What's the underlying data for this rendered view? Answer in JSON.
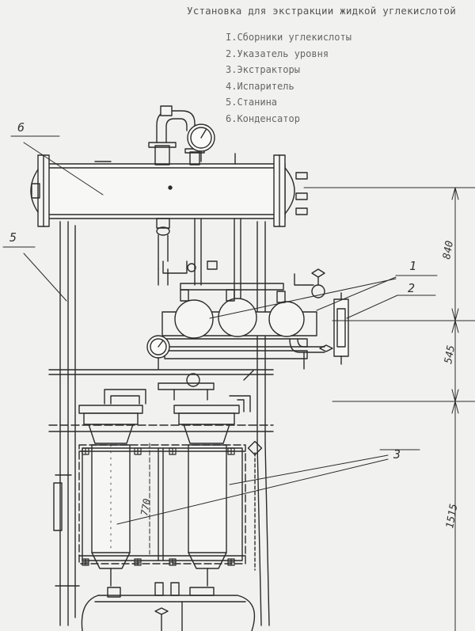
{
  "title": "Установка для экстракции жидкой углекислотой",
  "legend": [
    "I.Сборники углекислоты",
    "2.Указатель уровня",
    "3.Экстракторы",
    "4.Испаритель",
    "5.Станина",
    "6.Конденсатор"
  ],
  "callouts": {
    "c1": "1",
    "c2": "2",
    "c3": "3",
    "c5": "5",
    "c6": "6"
  },
  "dimensions": {
    "d1": "840",
    "d2": "545",
    "d3": "1515",
    "d4": "770"
  }
}
